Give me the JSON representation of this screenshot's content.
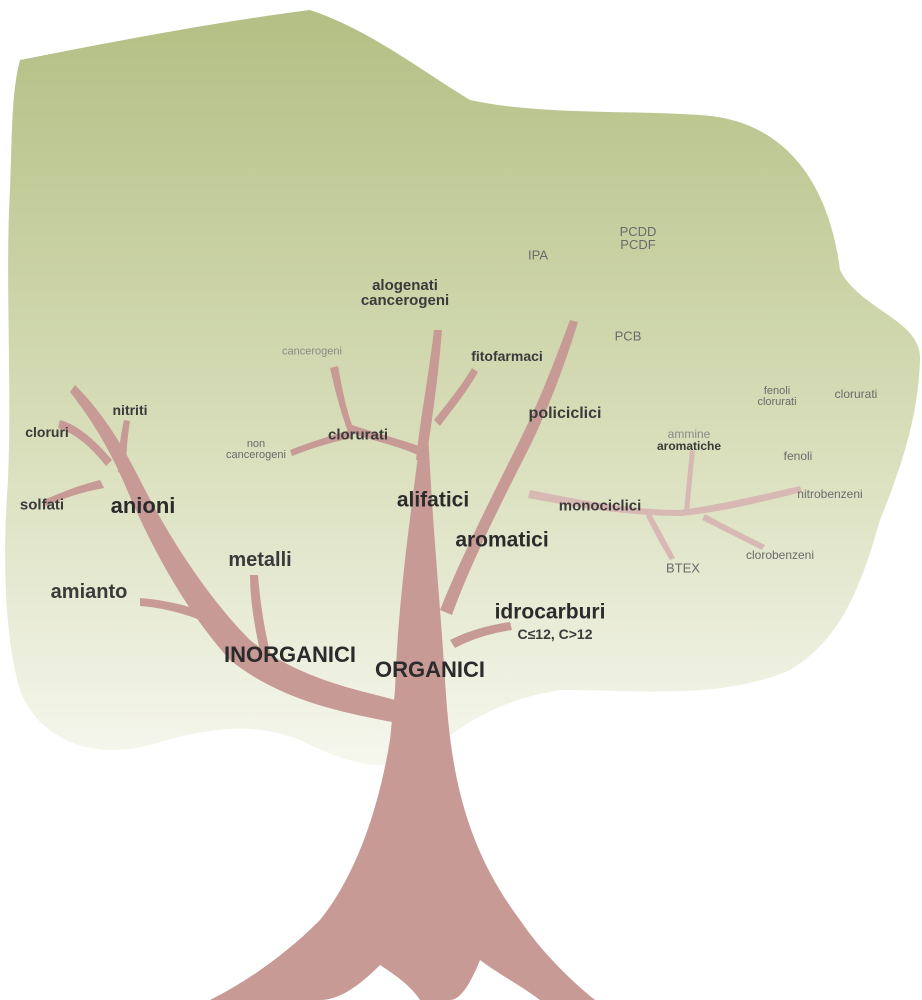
{
  "colors": {
    "canopy_top": "#b8c48a",
    "canopy_bottom": "#f4f6ea",
    "trunk": "#c79a96",
    "trunk_light": "#d8b8b3"
  },
  "labels": {
    "inorganici": "INORGANICI",
    "organici": "ORGANICI",
    "anioni": "anioni",
    "metalli": "metalli",
    "amianto": "amianto",
    "cloruri": "cloruri",
    "nitriti": "nitriti",
    "solfati": "solfati",
    "alifatici": "alifatici",
    "aromatici": "aromatici",
    "idrocarburi": "idrocarburi",
    "idrocarburi_sub": "C≤12, C>12",
    "clorurati": "clorurati",
    "cancerogeni": "cancerogeni",
    "non_cancerogeni_1": "non",
    "non_cancerogeni_2": "cancerogeni",
    "alogenati_1": "alogenati",
    "alogenati_2": "cancerogeni",
    "fitofarmaci": "fitofarmaci",
    "policiclici": "policiclici",
    "monociclici": "monociclici",
    "ipa": "IPA",
    "pcdd": "PCDD",
    "pcdf": "PCDF",
    "pcb": "PCB",
    "ammine_1": "ammine",
    "ammine_2": "aromatiche",
    "fenoli": "fenoli",
    "nitrobenzeni": "nitrobenzeni",
    "clorobenzeni": "clorobenzeni",
    "btex": "BTEX",
    "fenoli_clorurati_1": "fenoli",
    "fenoli_clorurati_2": "clorurati",
    "clorurati_right": "clorurati"
  }
}
